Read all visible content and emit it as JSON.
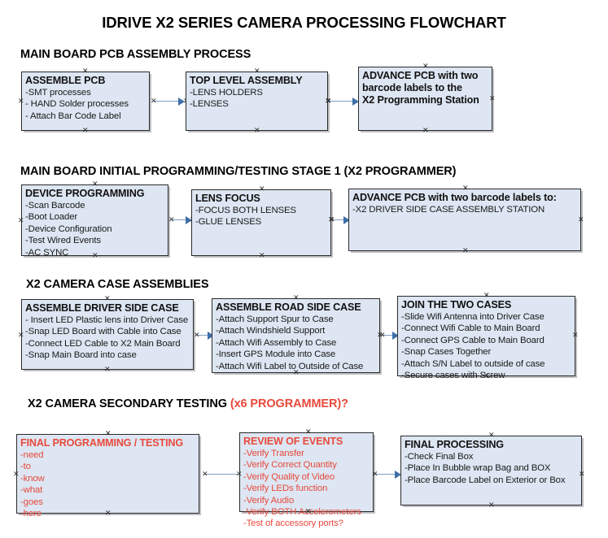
{
  "document": {
    "title": "IDRIVE X2  SERIES CAMERA PROCESSING FLOWCHART"
  },
  "colors": {
    "node_fill": "#dde6f2",
    "node_border": "#2a2a2a",
    "connector": "#7d9cc0",
    "arrow": "#3f6fa8",
    "red_text": "#e8493c",
    "text": "#111111"
  },
  "sections": [
    {
      "id": "main-board-pcb-assembly-process",
      "heading": "MAIN BOARD PCB ASSEMBLY PROCESS",
      "heading_accent": "",
      "nodes": [
        {
          "id": "assemble-pcb",
          "title": "ASSEMBLE PCB",
          "lines": [
            "-SMT processes",
            "- HAND Solder processes",
            "- Attach Bar Code Label"
          ]
        },
        {
          "id": "top-level-assembly",
          "title": "TOP LEVEL ASSEMBLY",
          "lines": [
            "-LENS HOLDERS",
            "-LENSES"
          ]
        },
        {
          "id": "advance-pcb-to-x2-programming-station",
          "title": "ADVANCE PCB with two",
          "lines": [
            "barcode labels to the",
            " X2 Programming Station"
          ]
        }
      ]
    },
    {
      "id": "main-board-initial-programming-testing-stage-1",
      "heading": "MAIN BOARD INITIAL PROGRAMMING/TESTING STAGE 1 (X2 PROGRAMMER)",
      "heading_accent": "",
      "nodes": [
        {
          "id": "device-programming",
          "title": "DEVICE PROGRAMMING",
          "lines": [
            "-Scan Barcode",
            "-Boot Loader",
            "-Device Configuration",
            "-Test Wired Events",
            "-AC SYNC"
          ]
        },
        {
          "id": "lens-focus",
          "title": "LENS FOCUS",
          "lines": [
            "-FOCUS BOTH LENSES",
            "-GLUE LENSES"
          ]
        },
        {
          "id": "advance-pcb-to-driver-side-case-assembly-station",
          "title": "ADVANCE PCB with two barcode labels to:",
          "lines": [
            "-X2 DRIVER  SIDE  CASE  ASSEMBLY STATION"
          ]
        }
      ]
    },
    {
      "id": "x2-camera-case-assemblies",
      "heading": "X2 CAMERA CASE ASSEMBLIES",
      "heading_accent": "",
      "nodes": [
        {
          "id": "assemble-driver-side-case",
          "title": "ASSEMBLE DRIVER SIDE CASE",
          "lines": [
            "- Insert LED Plastic lens into Driver Case",
            "-Snap LED Board with Cable into Case",
            "-Connect LED Cable to X2 Main Board",
            "-Snap Main Board into case"
          ]
        },
        {
          "id": "assemble-road-side-case",
          "title": "ASSEMBLE ROAD SIDE CASE",
          "lines": [
            "-Attach Support Spur to Case",
            "-Attach Windshield Support",
            "-Attach Wifi Assembly to Case",
            "-Insert GPS Module into Case",
            "-Attach Wifi Label to Outside of Case"
          ]
        },
        {
          "id": "join-the-two-cases",
          "title": "JOIN THE TWO CASES",
          "lines": [
            "-Slide Wifi Antenna into Driver Case",
            "-Connect Wifi Cable to Main Board",
            "-Connect GPS Cable to Main Board",
            "-Snap Cases Together",
            "-Attach S/N Label to outside of case",
            "-Secure cases with Screw"
          ]
        }
      ]
    },
    {
      "id": "x2-camera-secondary-testing",
      "heading": "X2 CAMERA SECONDARY TESTING ",
      "heading_accent": "(x6 PROGRAMMER)?",
      "nodes": [
        {
          "id": "final-programming-testing",
          "title": "FINAL PROGRAMMING / TESTING",
          "lines": [
            "-need",
            "-to",
            "-know",
            "-what",
            "-goes",
            "-here"
          ]
        },
        {
          "id": "review-of-events",
          "title": "REVIEW OF EVENTS",
          "lines": [
            "-Verify Transfer",
            "-Verify Correct Quantity",
            "-Verify Quality of Video",
            "-Verify LEDs function",
            "-Verify Audio",
            "-Verify BOTH Accelerometers",
            "-Test of accessory ports?"
          ]
        },
        {
          "id": "final-processing",
          "title": "FINAL PROCESSING",
          "lines": [
            " -Check Final Box",
            "-Place In Bubble wrap Bag and BOX",
            "-Place Barcode Label on Exterior or Box"
          ]
        }
      ]
    }
  ]
}
